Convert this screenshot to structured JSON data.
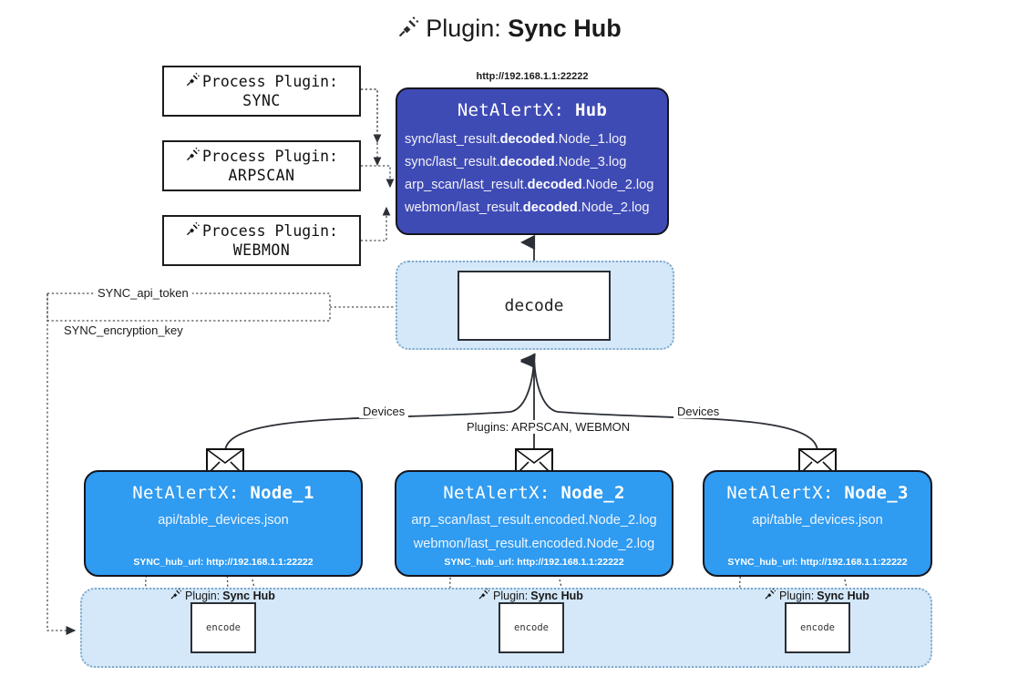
{
  "title": {
    "icon": "plug-icon",
    "label": "Plugin:",
    "value": "Sync Hub"
  },
  "process_plugins": [
    {
      "icon": "plug-icon",
      "label": "Process Plugin:",
      "name": "SYNC"
    },
    {
      "icon": "plug-icon",
      "label": "Process Plugin:",
      "name": "ARPSCAN"
    },
    {
      "icon": "plug-icon",
      "label": "Process Plugin:",
      "name": "WEBMON"
    }
  ],
  "hub": {
    "url": "http://192.168.1.1:22222",
    "prefix": "NetAlertX:",
    "name": "Hub",
    "rows": [
      {
        "pre": "sync/last_result.",
        "mid": "decoded",
        "post": ".Node_1.log"
      },
      {
        "pre": "sync/last_result.",
        "mid": "decoded",
        "post": ".Node_3.log"
      },
      {
        "pre": "arp_scan/last_result.",
        "mid": "decoded",
        "post": ".Node_2.log"
      },
      {
        "pre": "webmon/last_result.",
        "mid": "decoded",
        "post": ".Node_2.log"
      }
    ]
  },
  "decode": {
    "label": "decode"
  },
  "settings": {
    "api_token": "SYNC_api_token",
    "encryption_key": "SYNC_encryption_key"
  },
  "edge_labels": {
    "devices_left": "Devices",
    "devices_right": "Devices",
    "plugins_middle": "Plugins: ARPSCAN, WEBMON"
  },
  "nodes": [
    {
      "prefix": "NetAlertX:",
      "name": "Node_1",
      "rows": [
        "api/table_devices.json"
      ],
      "hub_url": "SYNC_hub_url: http://192.168.1.1:22222",
      "envelope_icon": "envelope-icon"
    },
    {
      "prefix": "NetAlertX:",
      "name": "Node_2",
      "rows": [
        "arp_scan/last_result.encoded.Node_2.log",
        "webmon/last_result.encoded.Node_2.log"
      ],
      "hub_url": "SYNC_hub_url: http://192.168.1.1:22222",
      "envelope_icon": "envelope-icon"
    },
    {
      "prefix": "NetAlertX:",
      "name": "Node_3",
      "rows": [
        "api/table_devices.json"
      ],
      "hub_url": "SYNC_hub_url: http://192.168.1.1:22222",
      "envelope_icon": "envelope-icon"
    }
  ],
  "encoders": [
    {
      "plugin_label": "Plugin:",
      "plugin_value": "Sync Hub",
      "box_label": "encode",
      "icon": "plug-icon"
    },
    {
      "plugin_label": "Plugin:",
      "plugin_value": "Sync Hub",
      "box_label": "encode",
      "icon": "plug-icon"
    },
    {
      "plugin_label": "Plugin:",
      "plugin_value": "Sync Hub",
      "box_label": "encode",
      "icon": "plug-icon"
    }
  ],
  "colors": {
    "hub": "#3f4bb5",
    "node": "#2f9bf1",
    "container": "#d4e8fa",
    "container_border": "#7fa8c8",
    "outline": "#14161f",
    "text": "#1b1b1b"
  }
}
